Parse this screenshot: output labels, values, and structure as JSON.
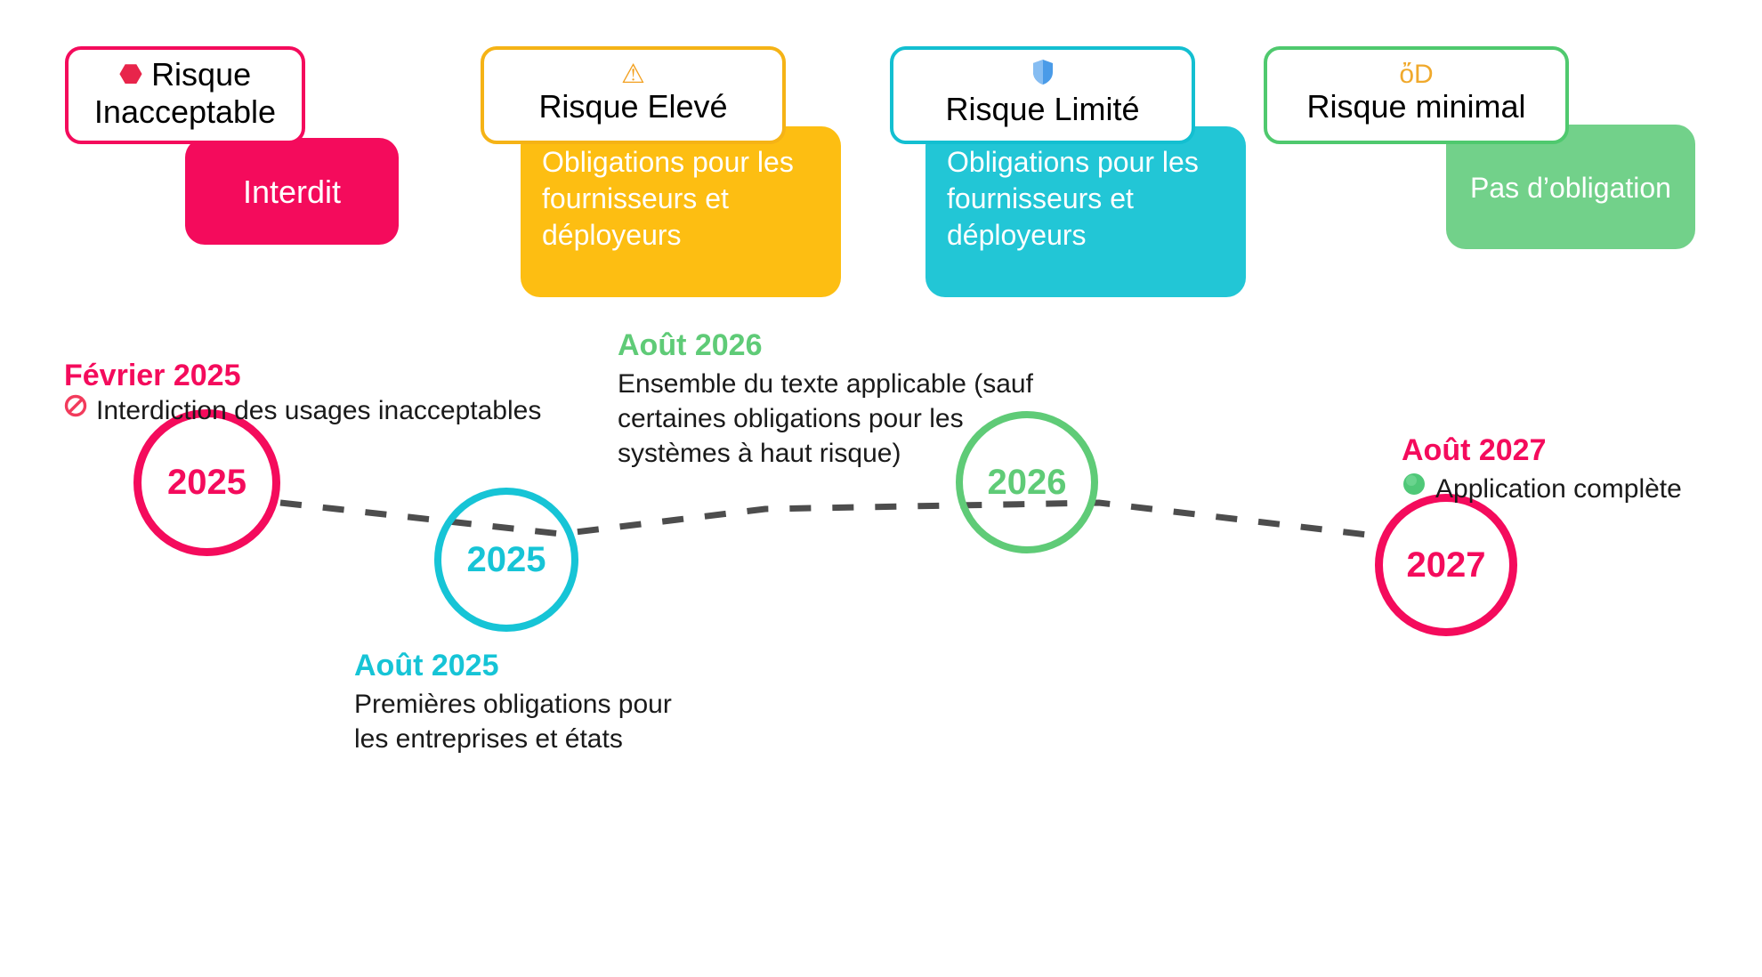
{
  "risk_levels": [
    {
      "id": "inacceptable",
      "icon": "stop-sign-icon",
      "icon_glyph": "⬣",
      "title": "Risque Inacceptable",
      "panel_text": "Interdit",
      "color": "#F40B5C",
      "border_color": "#F40B5C"
    },
    {
      "id": "eleve",
      "icon": "warning-triangle-icon",
      "icon_glyph": "⚠",
      "title": "Risque Elevé",
      "panel_text": "Obligations pour les fournisseurs et déployeurs",
      "color": "#FDBE12",
      "border_color": "#F5B316"
    },
    {
      "id": "limite",
      "icon": "shield-icon",
      "icon_glyph": "Ὦ1",
      "title": "Risque Limité",
      "panel_text": "Obligations pour les fournisseurs et déployeurs",
      "color": "#22C6D6",
      "border_color": "#13BFD1"
    },
    {
      "id": "minimal",
      "icon": "thumbs-up-icon",
      "icon_glyph": "ὄD",
      "title": "Risque minimal",
      "panel_text": "Pas d’obligation",
      "color": "#72D18A",
      "border_color": "#4FC96E"
    }
  ],
  "timeline": {
    "milestones": [
      {
        "id": "fevrier-2025",
        "date": "Février 2025",
        "description": "Interdiction des usages inacceptables",
        "bullet_icon": "prohibited-icon",
        "bullet_glyph": "ὪB",
        "circle_label": "2025",
        "color": "#F40B5C"
      },
      {
        "id": "aout-2025",
        "date": "Août 2025",
        "description": "Premières obligations pour les entreprises et états",
        "bullet_icon": "",
        "bullet_glyph": "",
        "circle_label": "2025",
        "color": "#16C4D6"
      },
      {
        "id": "aout-2026",
        "date": "Août 2026",
        "description": "Ensemble du texte applicable (sauf certaines obligations pour les systèmes à haut risque)",
        "bullet_icon": "",
        "bullet_glyph": "",
        "circle_label": "2026",
        "color": "#5FCB77"
      },
      {
        "id": "aout-2027",
        "date": "Août 2027",
        "description": "Application complète",
        "bullet_icon": "green-circle-icon",
        "bullet_glyph": "὾2",
        "circle_label": "2027",
        "color": "#F40B5C"
      }
    ],
    "connector": {
      "style": "dashed",
      "color": "#4D4D4D"
    }
  }
}
